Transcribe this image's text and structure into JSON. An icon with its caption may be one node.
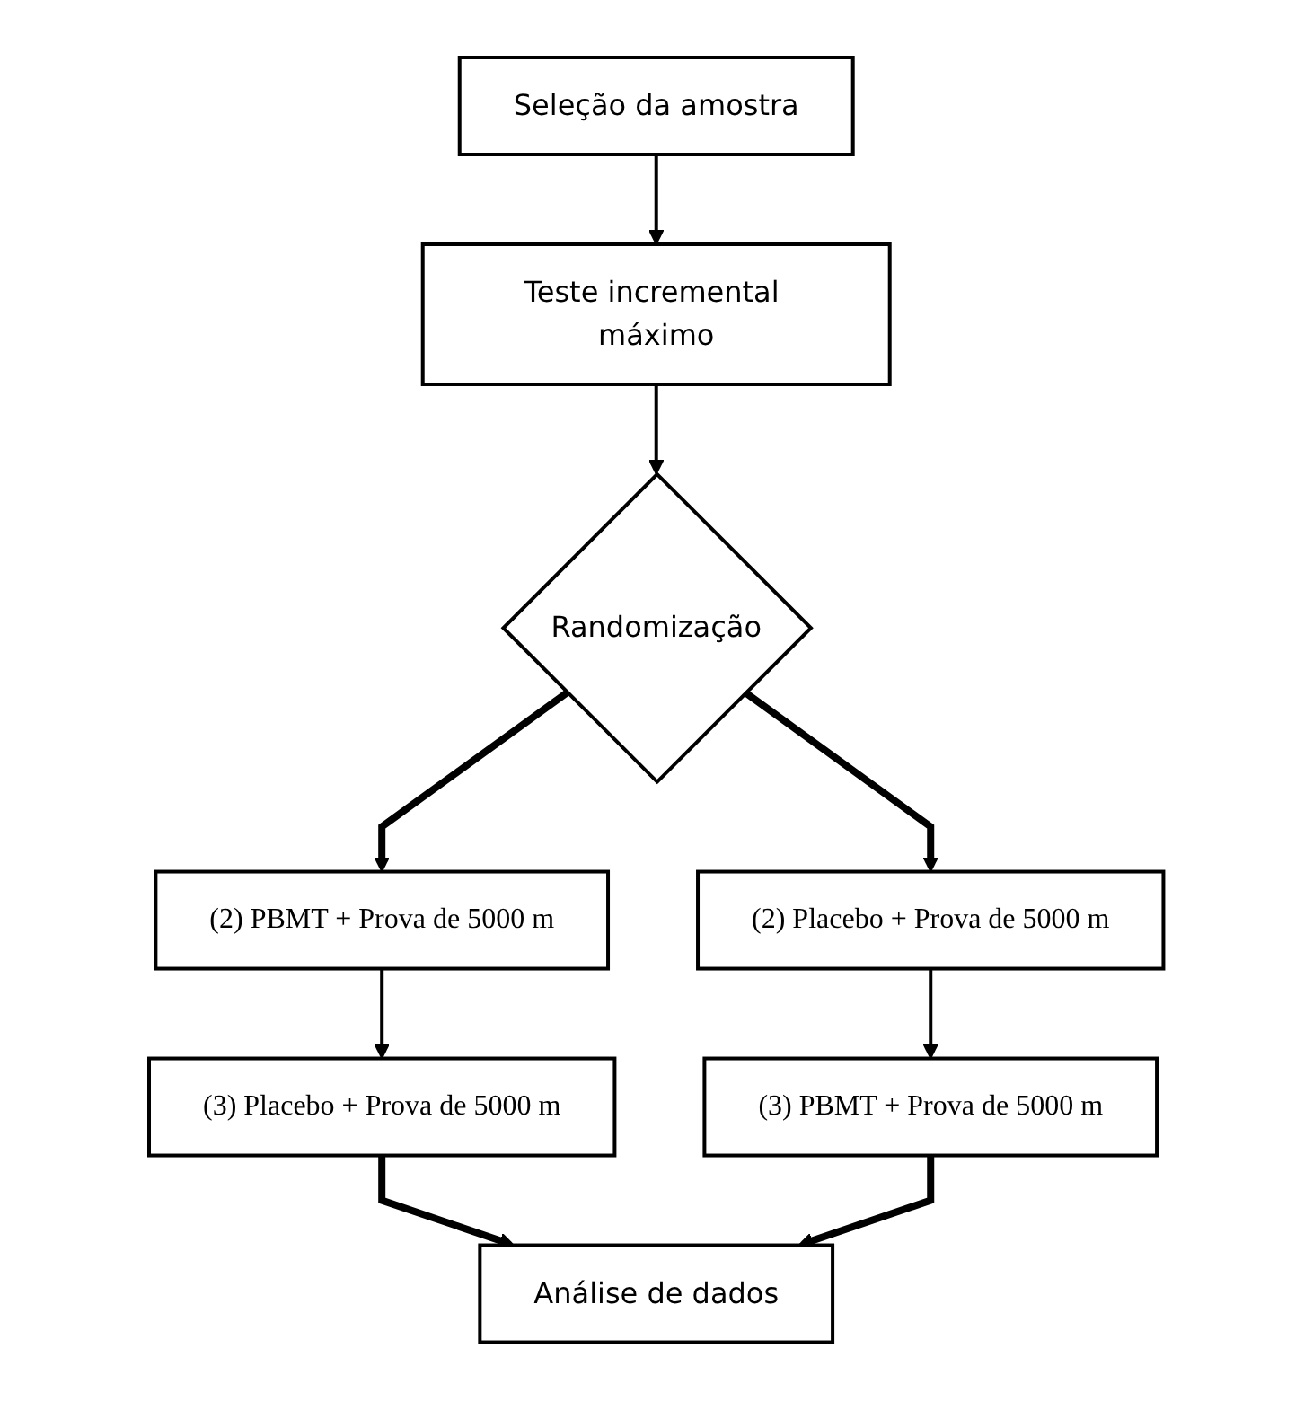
{
  "diagram": {
    "nodes": [
      {
        "text": [
          "Seleção da amostra"
        ]
      },
      {
        "text": [
          "Teste incremental máximo"
        ]
      },
      {
        "text": [
          "Randomização"
        ]
      },
      {
        "text": [
          "(2) PBMT + Prova de 5000 m"
        ]
      },
      {
        "text": [
          "(2) Placebo + Prova de 5000 m"
        ]
      },
      {
        "text": [
          "(3) Placebo + Prova de 5000 m"
        ]
      },
      {
        "text": [
          "(3) PBMT + Prova de 5000 m"
        ]
      },
      {
        "text": [
          "Análise de dados"
        ]
      }
    ],
    "edges": [
      {
        "from": 0,
        "to": 1,
        "arrow": "to"
      },
      {
        "from": 1,
        "to": 2,
        "arrow": "to"
      },
      {
        "from": 2,
        "to": 3,
        "arrow": "to",
        "style": "thick"
      },
      {
        "from": 2,
        "to": 4,
        "arrow": "to",
        "style": "thick"
      },
      {
        "from": 3,
        "to": 5,
        "arrow": "to"
      },
      {
        "from": 4,
        "to": 6,
        "arrow": "to"
      },
      {
        "from": 5,
        "to": 7,
        "arrow": "to",
        "style": "thick"
      },
      {
        "from": 6,
        "to": 7,
        "arrow": "to",
        "style": "thick"
      }
    ]
  }
}
